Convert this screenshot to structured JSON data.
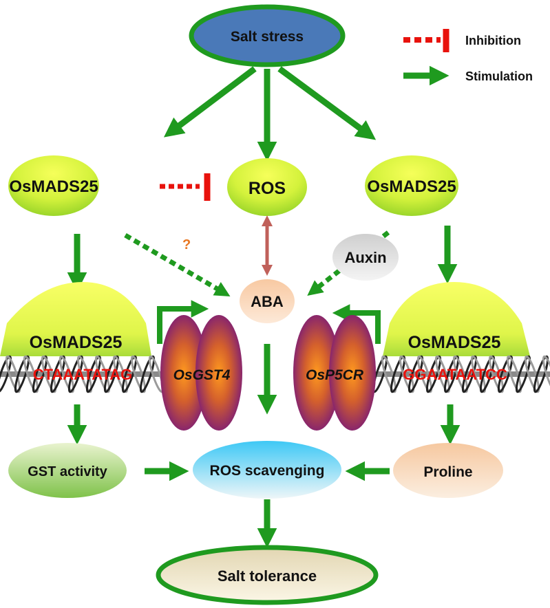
{
  "top": {
    "label": "Salt stress"
  },
  "legend": {
    "inhibition_label": "Inhibition",
    "stimulation_label": "Stimulation"
  },
  "nodes": {
    "osmads25_left": "OsMADS25",
    "ros": "ROS",
    "osmads25_right": "OsMADS25",
    "auxin": "Auxin",
    "aba": "ABA",
    "question_mark": "?",
    "gst_activity": "GST activity",
    "ros_scavenging": "ROS scavenging",
    "proline": "Proline",
    "salt_tolerance": "Salt tolerance"
  },
  "promoters": {
    "left_factor": "OsMADS25",
    "left_motif": "CTAAATATAG",
    "left_gene": "OsGST4",
    "right_factor": "OsMADS25",
    "right_motif": "GGAATAATCC",
    "right_gene": "OsP5CR"
  },
  "colors": {
    "stimulation": "#1f9a1f",
    "inhibition": "#e8120c",
    "motif_text": "#e8120c",
    "question": "#e87722",
    "ros_aba_arrow": "#c0605a",
    "salt_stress_fill": "#4a79b8",
    "salt_stress_border": "#1f9a1f"
  }
}
